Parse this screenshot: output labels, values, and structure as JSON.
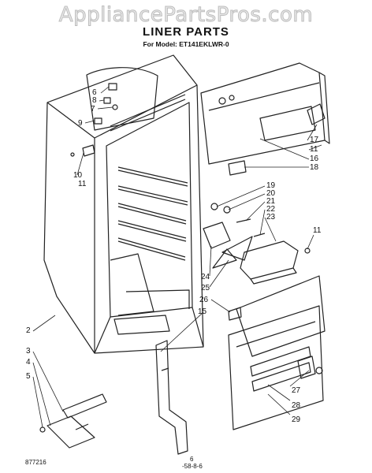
{
  "watermark": "AppliancePartsPros.com",
  "title": "LINER PARTS",
  "model_line": "For Model: ET141EKLWR-0",
  "callouts": [
    "6",
    "8",
    "7",
    "9",
    "10",
    "11",
    "17",
    "11",
    "16",
    "18",
    "19",
    "20",
    "21",
    "22",
    "23",
    "11",
    "24",
    "25",
    "26",
    "15",
    "2",
    "3",
    "4",
    "5",
    "27",
    "28",
    "29"
  ],
  "footer": {
    "left": "877216",
    "page": "6",
    "code": "-58-8-6"
  }
}
